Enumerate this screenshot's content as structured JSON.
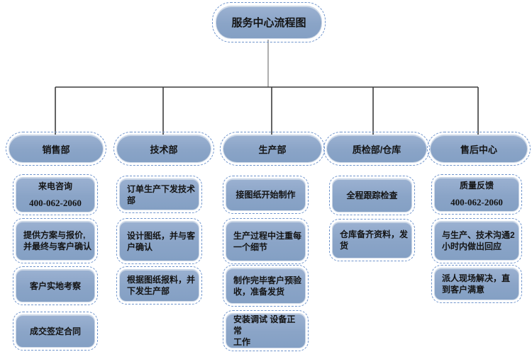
{
  "title": "服务中心流程图",
  "colors": {
    "node_fill": "#8AA4C7",
    "dashed_border": "#6F94CC",
    "connector": "#3D3D3D",
    "title_connector": "#8C8C8C",
    "text": "#141414",
    "background": "#FFFFFF"
  },
  "columns": [
    {
      "header": "销售部",
      "boxes": [
        {
          "text": "来电咨询\n400-062-2060"
        },
        {
          "text": "提供方案与报价,\n并最终与客户确认"
        },
        {
          "text": "客户实地考察"
        },
        {
          "text": "成交签定合同"
        }
      ]
    },
    {
      "header": "技术部",
      "boxes": [
        {
          "text": "订单生产下发技术部"
        },
        {
          "text": "设计图纸，并与客\n户确认"
        },
        {
          "text": "根据图纸报料，并\n下发生产部"
        }
      ]
    },
    {
      "header": "生产部",
      "boxes": [
        {
          "text": "接图纸开始制作"
        },
        {
          "text": "生产过程中注重每\n一个细节"
        },
        {
          "text": "制作完毕客户预验\n收，准备发货"
        },
        {
          "text": "安装调试 设备正常\n工作"
        }
      ]
    },
    {
      "header": "质检部/仓库",
      "boxes": [
        {
          "text": "全程跟踪检查"
        },
        {
          "text": "仓库备齐资料，发\n货"
        }
      ]
    },
    {
      "header": "售后中心",
      "boxes": [
        {
          "text": "质量反馈\n400-062-2060"
        },
        {
          "text": "与生产、技术沟通2\n小时内做出回应"
        },
        {
          "text": "派人现场解决，直\n到客户满意"
        }
      ]
    }
  ]
}
